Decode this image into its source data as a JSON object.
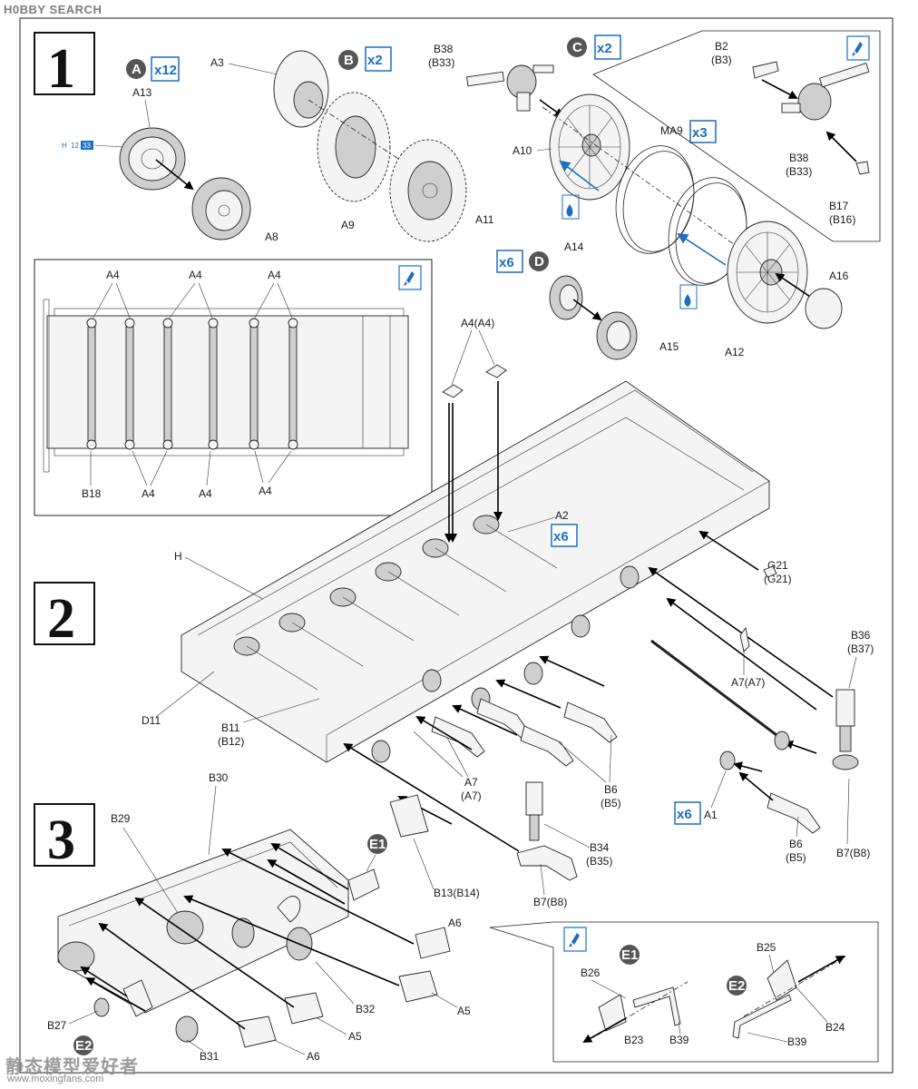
{
  "header": {
    "watermark": "H0BBY SEARCH"
  },
  "steps": {
    "s1": "1",
    "s2": "2",
    "s3": "3"
  },
  "badges": {
    "A": "A",
    "B": "B",
    "C": "C",
    "D": "D",
    "E1": "E1",
    "E2": "E2"
  },
  "multipliers": {
    "a": "x12",
    "b": "x2",
    "c": "x2",
    "ma9": "x3",
    "d": "x6",
    "a2": "x6",
    "a1": "x6"
  },
  "colors": {
    "accent_blue": "#1a6fc4",
    "line": "#222222",
    "badge_fill": "#555555"
  },
  "step1": {
    "A13": "A13",
    "A8": "A8",
    "A3": "A3",
    "A9": "A9",
    "A11": "A11",
    "B38": "B38",
    "B33": "(B33)",
    "A10": "A10",
    "MA9": "MA9",
    "A14": "A14",
    "A15": "A15",
    "A12": "A12",
    "A16": "A16",
    "inset_B2": "B2",
    "inset_B3": "(B3)",
    "inset_B38": "B38",
    "inset_B33": "(B33)",
    "inset_B17": "B17",
    "inset_B16": "(B16)",
    "small_h": "H",
    "small_12": "12",
    "small_33": "33"
  },
  "hull_inset": {
    "top_labels": [
      "A4",
      "A4",
      "A4"
    ],
    "bottom_labels": [
      "B18",
      "A4",
      "A4",
      "A4"
    ]
  },
  "step2": {
    "A4A4": "A4(A4)",
    "A2": "A2",
    "H": "H",
    "G21": "G21",
    "G21b": "(G21)",
    "B36": "B36",
    "B37": "(B37)",
    "A7A7_r": "A7(A7)",
    "D11": "D11",
    "B11": "B11",
    "B12": "(B12)",
    "A7": "A7",
    "A7b": "(A7)",
    "B6": "B6",
    "B5": "(B5)",
    "B6r": "B6",
    "B5r": "(B5)",
    "A1": "A1",
    "B34": "B34",
    "B35": "(B35)",
    "B7B8": "B7(B8)",
    "B7B8r": "B7(B8)"
  },
  "step3": {
    "B30": "B30",
    "B29": "B29",
    "B13B14": "B13(B14)",
    "A6": "A6",
    "A6b": "A6",
    "B32": "B32",
    "A5": "A5",
    "A5b": "A5",
    "B27": "B27",
    "B31": "B31",
    "inset_B26": "B26",
    "inset_B23": "B23",
    "inset_B39": "B39",
    "inset_B25": "B25",
    "inset_B24": "B24",
    "inset_B39b": "B39"
  },
  "footer": {
    "site_cn": "静态模型爱好者",
    "site_url": "www.moxingfans.com"
  }
}
